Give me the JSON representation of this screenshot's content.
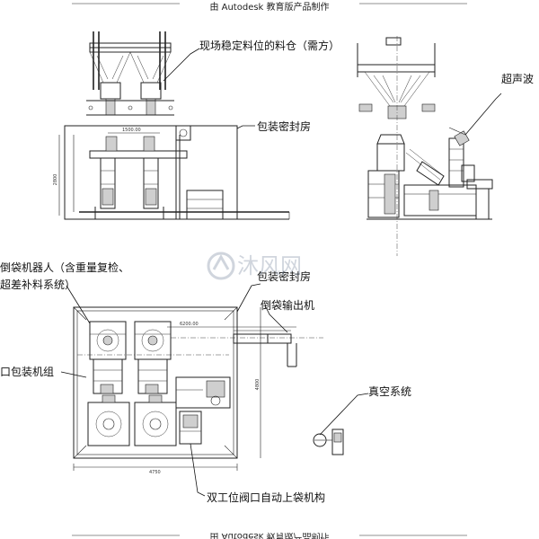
{
  "stamp_top": "由 Autodesk 教育版产品制作",
  "stamp_bottom": "由 Autodesk 教育版产品制作",
  "watermark": "沐风网",
  "labels": {
    "silo": "现场稳定料位的料仓（需方）",
    "sealed_room_top": "包装密封房",
    "ultrasonic": "超声波",
    "robot_line1": "倒袋机器人（含重量复检、",
    "robot_line2": "超差补料系统）",
    "sealed_room_mid": "包装密封房",
    "outbound": "倒袋输出机",
    "packer_group": "口包装机组",
    "vacuum": "真空系统",
    "bag_loader": "双工位阀口自动上袋机构"
  },
  "dimensions": {
    "top_width": "1500.00",
    "side_height": "2800",
    "plan_length": "6200.00",
    "plan_depth": "4800",
    "plan_width": "4750"
  }
}
